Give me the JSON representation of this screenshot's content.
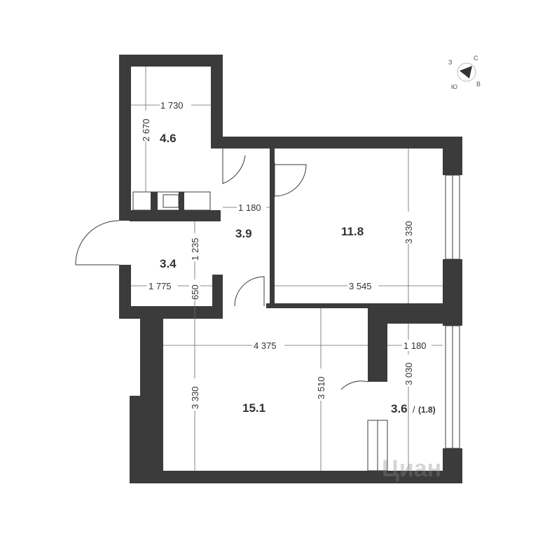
{
  "compass": {
    "north": "С",
    "west": "З",
    "south": "Ю",
    "east": "В"
  },
  "rooms": {
    "bathroom": {
      "area": "4.6",
      "width": "1 730",
      "length": "2 670"
    },
    "corridor": {
      "area": "3.9",
      "width": "1 180"
    },
    "hall": {
      "area": "3.4",
      "width": "1 775",
      "length_a": "1 235",
      "length_b": "650"
    },
    "bedroom": {
      "area": "11.8",
      "width": "3 545",
      "length": "3 330"
    },
    "living": {
      "area": "15.1",
      "width": "4 375",
      "length_a": "3 330",
      "length_b": "3 510"
    },
    "balcony": {
      "area": "3.6",
      "area_reduced": "(1.8)",
      "width": "1 180",
      "length": "3 030"
    }
  },
  "watermark": "Циан",
  "colors": {
    "wall": "#3b3b3b"
  }
}
